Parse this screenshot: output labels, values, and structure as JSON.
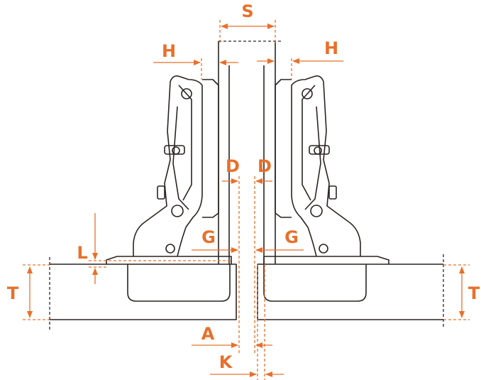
{
  "colors": {
    "dimension": "#e8702a",
    "outline": "#2a2420",
    "background": "#ffffff"
  },
  "labels": {
    "S": "S",
    "H_left": "H",
    "H_right": "H",
    "D_left": "D",
    "D_right": "D",
    "G_left": "G",
    "G_right": "G",
    "L": "L",
    "T_left": "T",
    "T_right": "T",
    "A": "A",
    "K": "K"
  }
}
